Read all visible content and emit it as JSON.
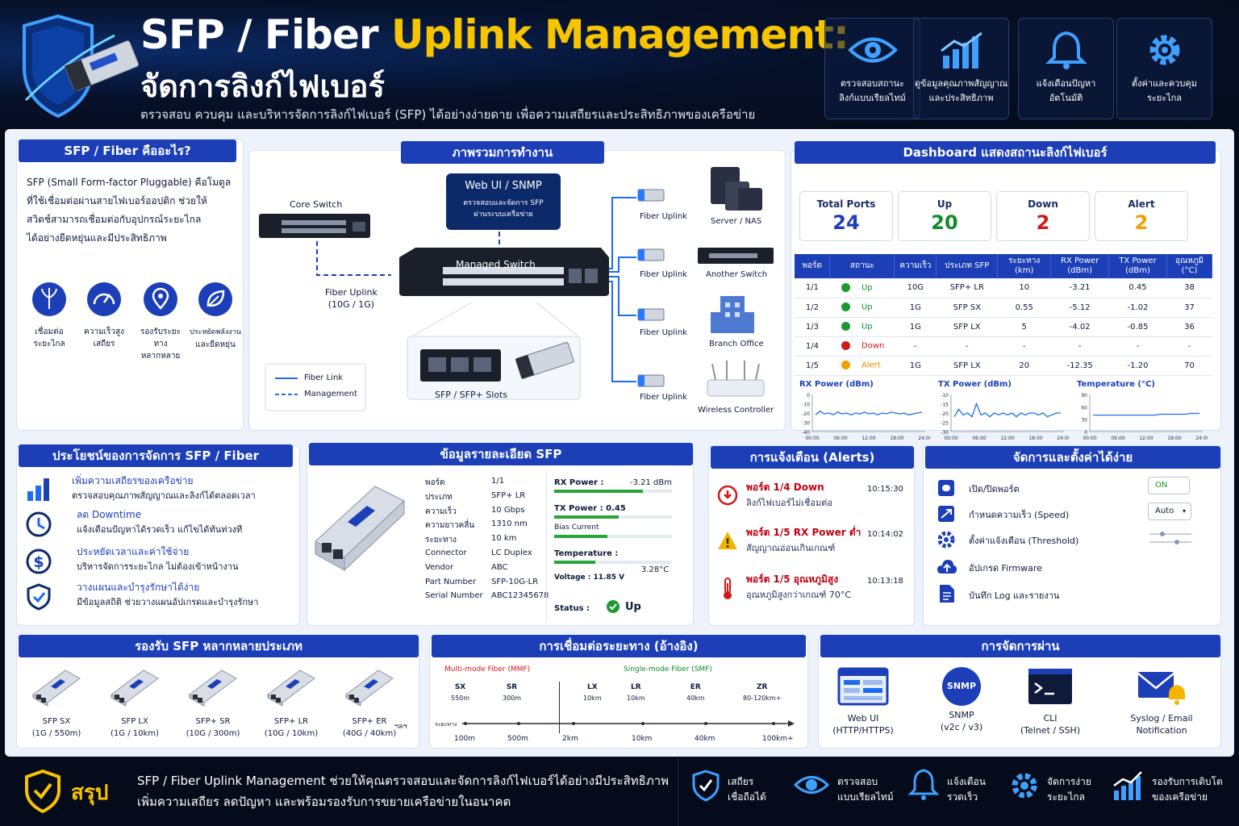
{
  "header": {
    "title_white": "SFP / Fiber",
    "title_yellow": "Uplink Management:",
    "subtitle": "จัดการลิงก์ไฟเบอร์",
    "tagline": "ตรวจสอบ ควบคุม และบริหารจัดการลิงก์ไฟเบอร์ (SFP) ได้อย่างง่ายดาย เพื่อความเสถียรและประสิทธิภาพของเครือข่าย",
    "features": [
      {
        "icon": "eye-icon",
        "l1": "ตรวจสอบสถานะ",
        "l2": "ลิงก์แบบเรียลไทม์"
      },
      {
        "icon": "chart-icon",
        "l1": "ดูข้อมูลคุณภาพสัญญาณ",
        "l2": "และประสิทธิภาพ"
      },
      {
        "icon": "bell-icon",
        "l1": "แจ้งเตือนปัญหา",
        "l2": "อัตโนมัติ"
      },
      {
        "icon": "gear-icon",
        "l1": "ตั้งค่าและควบคุม",
        "l2": "ระยะไกล"
      }
    ]
  },
  "what": {
    "title": "SFP / Fiber คืออะไร?",
    "body": [
      "SFP (Small Form-factor Pluggable) คือโมดูล",
      "ที่ใช้เชื่อมต่อผ่านสายไฟเบอร์ออปติก ช่วยให้",
      "สวิตช์สามารถเชื่อมต่อกับอุปกรณ์ระยะไกล",
      "ได้อย่างยืดหยุ่นและมีประสิทธิภาพ"
    ],
    "icons": [
      {
        "icon": "fiber-icon",
        "l1": "เชื่อมต่อ",
        "l2": "ระยะไกล"
      },
      {
        "icon": "speedometer-icon",
        "l1": "ความเร็วสูง",
        "l2": "เสถียร"
      },
      {
        "icon": "location-icon",
        "l1": "รองรับระยะทาง",
        "l2": "หลากหลาย"
      },
      {
        "icon": "leaf-icon",
        "l1": "ประหยัดพลังงาน",
        "l2": "และยืดหยุ่น"
      }
    ]
  },
  "overview": {
    "title": "ภาพรวมการทำงาน",
    "webui_title": "Web UI / SNMP",
    "webui_l1": "ตรวจสอบและจัดการ SFP",
    "webui_l2": "ผ่านระบบเครือข่าย",
    "core": "Core Switch",
    "managed": "Managed Switch",
    "uplink_l1": "Fiber Uplink",
    "uplink_l2": "(10G / 1G)",
    "slots": "SFP / SFP+ Slots",
    "legend_fiber": "Fiber Link",
    "legend_mgmt": "Management",
    "fiber_uplink": "Fiber Uplink",
    "devices": [
      "Server / NAS",
      "Another Switch",
      "Branch Office",
      "Wireless Controller"
    ]
  },
  "dashboard": {
    "title": "Dashboard แสดงสถานะลิงก์ไฟเบอร์",
    "stats": [
      {
        "label": "Total Ports",
        "value": "24",
        "color": "#1c3fb8"
      },
      {
        "label": "Up",
        "value": "20",
        "color": "#138a2c"
      },
      {
        "label": "Down",
        "value": "2",
        "color": "#d11a1a"
      },
      {
        "label": "Alert",
        "value": "2",
        "color": "#f0a000"
      }
    ],
    "cols": [
      "พอร์ต",
      "สถานะ",
      "ความเร็ว",
      "ประเภท SFP",
      "ระยะทาง (km)",
      "RX Power (dBm)",
      "TX Power (dBm)",
      "อุณหภูมิ (°C)"
    ],
    "rows": [
      {
        "port": "1/1",
        "dot": "#1a9a2e",
        "status": "Up",
        "scolor": "#138a2c",
        "speed": "10G",
        "type": "SFP+ LR",
        "dist": "10",
        "rx": "-3.21",
        "tx": "0.45",
        "temp": "38"
      },
      {
        "port": "1/2",
        "dot": "#1a9a2e",
        "status": "Up",
        "scolor": "#138a2c",
        "speed": "1G",
        "type": "SFP SX",
        "dist": "0.55",
        "rx": "-5.12",
        "tx": "-1.02",
        "temp": "37"
      },
      {
        "port": "1/3",
        "dot": "#1a9a2e",
        "status": "Up",
        "scolor": "#138a2c",
        "speed": "1G",
        "type": "SFP LX",
        "dist": "5",
        "rx": "-4.02",
        "tx": "-0.85",
        "temp": "36"
      },
      {
        "port": "1/4",
        "dot": "#d11a1a",
        "status": "Down",
        "scolor": "#d11a1a",
        "speed": "-",
        "type": "-",
        "dist": "-",
        "rx": "-",
        "tx": "-",
        "temp": "-"
      },
      {
        "port": "1/5",
        "dot": "#f0a000",
        "status": "Alert",
        "scolor": "#e08a00",
        "speed": "1G",
        "type": "SFP LX",
        "dist": "20",
        "rx": "-12.35",
        "tx": "-1.20",
        "temp": "70"
      }
    ],
    "charts": [
      {
        "title": "RX Power (dBm)",
        "yticks": [
          "0",
          "-10",
          "-20",
          "-30",
          "-40"
        ],
        "ylim": [
          -40,
          0
        ],
        "values": [
          -22,
          -18,
          -21,
          -20,
          -22,
          -19,
          -21,
          -20,
          -22,
          -20,
          -21,
          -19,
          -21,
          -20,
          -22,
          -20,
          -21,
          -19,
          -20,
          -21,
          -20,
          -22,
          -21,
          -20,
          -19
        ]
      },
      {
        "title": "TX Power (dBm)",
        "yticks": [
          "-10",
          "-15",
          "-20",
          "-25",
          "-30"
        ],
        "ylim": [
          -30,
          -10
        ],
        "values": [
          -22,
          -18,
          -21,
          -20,
          -22,
          -15,
          -21,
          -20,
          -22,
          -20,
          -21,
          -20,
          -21,
          -20,
          -22,
          -20,
          -21,
          -20,
          -20,
          -21,
          -20,
          -22,
          -21,
          -20,
          -20
        ]
      },
      {
        "title": "Temperature (°C)",
        "yticks": [
          "90",
          "60",
          "30",
          "0"
        ],
        "ylim": [
          0,
          90
        ],
        "values": [
          40,
          40,
          40,
          40,
          40,
          40,
          40,
          40,
          40,
          40,
          40,
          40,
          40,
          40,
          40,
          42,
          42,
          42,
          42,
          42,
          42,
          42,
          44,
          44,
          44
        ]
      }
    ],
    "xticks": [
      "00:00",
      "06:00",
      "12:00",
      "18:00",
      "24:00"
    ]
  },
  "benefits": {
    "title": "ประโยชน์ของการจัดการ SFP / Fiber",
    "items": [
      {
        "icon": "bar-chart-icon",
        "t": "เพิ่มความเสถียรของเครือข่าย",
        "s": "ตรวจสอบคุณภาพสัญญาณและลิงก์ได้ตลอดเวลา"
      },
      {
        "icon": "clock-icon",
        "t": "ลด Downtime",
        "s": "แจ้งเตือนปัญหาได้รวดเร็ว แก้ไขได้ทันท่วงที"
      },
      {
        "icon": "dollar-icon",
        "t": "ประหยัดเวลาและค่าใช้จ่าย",
        "s": "บริหารจัดการระยะไกล ไม่ต้องเข้าหน้างาน"
      },
      {
        "icon": "shield-check-icon",
        "t": "วางแผนและบำรุงรักษาได้ง่าย",
        "s": "มีข้อมูลสถิติ ช่วยวางแผนอัปเกรดและบำรุงรักษา"
      }
    ]
  },
  "details": {
    "title": "ข้อมูลรายละเอียด SFP",
    "fields": [
      [
        "พอร์ต",
        "1/1"
      ],
      [
        "ประเภท",
        "SFP+ LR"
      ],
      [
        "ความเร็ว",
        "10 Gbps"
      ],
      [
        "ความยาวคลื่น",
        "1310 nm"
      ],
      [
        "ระยะทาง",
        "10 km"
      ],
      [
        "Connector",
        "LC Duplex"
      ],
      [
        "Vendor",
        "ABC"
      ],
      [
        "Part Number",
        "SFP-10G-LR"
      ],
      [
        "Serial Number",
        "ABC12345678"
      ]
    ],
    "rx_label": "RX Power :",
    "rx_value": "-3.21 dBm",
    "rx_level": 0.75,
    "tx_label": "TX Power : 0.45",
    "tx_level": 0.55,
    "bias_label": "Bias Current",
    "bias_level": 0.45,
    "temp_label": "Temperature :",
    "temp_level": 0.35,
    "volt_label": "Voltage : 11.85 V",
    "volt_value": "3.28°C",
    "status_label": "Status :",
    "status_value": "Up"
  },
  "alerts": {
    "title": "การแจ้งเตือน (Alerts)",
    "items": [
      {
        "icon": "down-alert-icon",
        "t": "พอร์ต 1/4 Down",
        "s": "ลิงก์ไฟเบอร์ไม่เชื่อมต่อ",
        "time": "10:15:30"
      },
      {
        "icon": "warning-icon",
        "t": "พอร์ต 1/5 RX Power ต่ำ",
        "s": "สัญญาณอ่อนเกินเกณฑ์",
        "time": "10:14:02"
      },
      {
        "icon": "thermometer-icon",
        "t": "พอร์ต 1/5 อุณหภูมิสูง",
        "s": "อุณหภูมิสูงกว่าเกณฑ์ 70°C",
        "time": "10:13:18"
      }
    ]
  },
  "config": {
    "title": "จัดการและตั้งค่าได้ง่าย",
    "items": [
      {
        "icon": "toggle-icon",
        "t": "เปิด/ปิดพอร์ต",
        "ctl": "ON"
      },
      {
        "icon": "speed-icon",
        "t": "กำหนดความเร็ว (Speed)",
        "ctl": "Auto"
      },
      {
        "icon": "gear-icon",
        "t": "ตั้งค่าแจ้งเตือน (Threshold)",
        "ctl": ""
      },
      {
        "icon": "cloud-upload-icon",
        "t": "อัปเกรด Firmware",
        "ctl": ""
      },
      {
        "icon": "document-icon",
        "t": "บันทึก Log และรายงาน",
        "ctl": ""
      }
    ]
  },
  "types": {
    "title": "รองรับ SFP หลากหลายประเภท",
    "items": [
      {
        "l1": "SFP SX",
        "l2": "(1G / 550m)"
      },
      {
        "l1": "SFP LX",
        "l2": "(1G / 10km)"
      },
      {
        "l1": "SFP+ SR",
        "l2": "(10G / 300m)"
      },
      {
        "l1": "SFP+ LR",
        "l2": "(10G / 10km)"
      },
      {
        "l1": "SFP+ ER",
        "l2": "(40G / 40km)"
      }
    ],
    "more": "ฯลฯ"
  },
  "distance": {
    "title": "การเชื่อมต่อระยะทาง (อ้างอิง)",
    "mmf": "Multi-mode Fiber (MMF)",
    "smf": "Single-mode Fiber (SMF)",
    "kinds": [
      {
        "n": "SX",
        "d": "550m"
      },
      {
        "n": "SR",
        "d": "300m"
      },
      {
        "n": "LX",
        "d": "10km"
      },
      {
        "n": "LR",
        "d": "10km"
      },
      {
        "n": "ER",
        "d": "40km"
      },
      {
        "n": "ZR",
        "d": "80-120km+"
      }
    ],
    "axis_label": "ระยะทาง",
    "ticks": [
      "100m",
      "500m",
      "2km",
      "10km",
      "40km",
      "100km+"
    ]
  },
  "mgmt": {
    "title": "การจัดการผ่าน",
    "items": [
      {
        "icon": "browser-icon",
        "l1": "Web UI",
        "l2": "(HTTP/HTTPS)"
      },
      {
        "icon": "snmp-icon",
        "badge": "SNMP",
        "l1": "SNMP",
        "l2": "(v2c / v3)"
      },
      {
        "icon": "terminal-icon",
        "l1": "CLI",
        "l2": "(Telnet / SSH)"
      },
      {
        "icon": "mail-bell-icon",
        "l1": "Syslog / Email",
        "l2": "Notification"
      }
    ]
  },
  "footer": {
    "label": "สรุป",
    "l1": "SFP / Fiber Uplink Management ช่วยให้คุณตรวจสอบและจัดการลิงก์ไฟเบอร์ได้อย่างมีประสิทธิภาพ",
    "l2": "เพิ่มความเสถียร ลดปัญหา และพร้อมรองรับการขยายเครือข่ายในอนาคต",
    "items": [
      {
        "icon": "shield-check-icon",
        "l1": "เสถียร",
        "l2": "เชื่อถือได้"
      },
      {
        "icon": "eye-icon",
        "l1": "ตรวจสอบ",
        "l2": "แบบเรียลไทม์"
      },
      {
        "icon": "bell-icon",
        "l1": "แจ้งเตือน",
        "l2": "รวดเร็ว"
      },
      {
        "icon": "gear-icon",
        "l1": "จัดการง่าย",
        "l2": "ระยะไกล"
      },
      {
        "icon": "growth-chart-icon",
        "l1": "รองรับการเติบโต",
        "l2": "ของเครือข่าย"
      }
    ]
  }
}
